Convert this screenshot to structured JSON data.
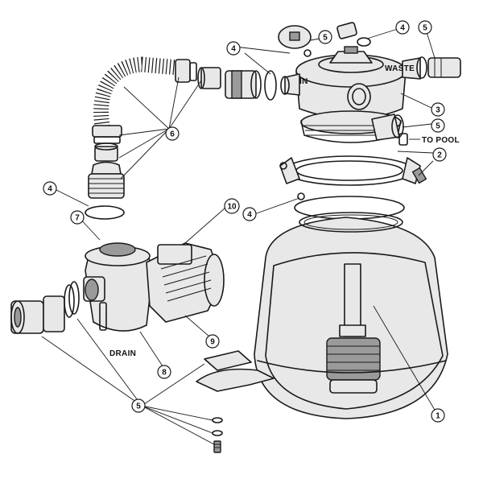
{
  "labels": {
    "in": "IN",
    "waste": "WASTE",
    "to_pool": "TO POOL",
    "drain": "DRAIN"
  },
  "callouts": [
    {
      "id": "c1",
      "number": "1"
    },
    {
      "id": "c2",
      "number": "2"
    },
    {
      "id": "c3",
      "number": "3"
    },
    {
      "id": "c4a",
      "number": "4"
    },
    {
      "id": "c4b",
      "number": "4"
    },
    {
      "id": "c4c",
      "number": "4"
    },
    {
      "id": "c4d",
      "number": "4"
    },
    {
      "id": "c5a",
      "number": "5"
    },
    {
      "id": "c5b",
      "number": "5"
    },
    {
      "id": "c5c",
      "number": "5"
    },
    {
      "id": "c5d",
      "number": "5"
    },
    {
      "id": "c6",
      "number": "6"
    },
    {
      "id": "c7",
      "number": "7"
    },
    {
      "id": "c8",
      "number": "8"
    },
    {
      "id": "c9",
      "number": "9"
    },
    {
      "id": "c10",
      "number": "10"
    }
  ]
}
